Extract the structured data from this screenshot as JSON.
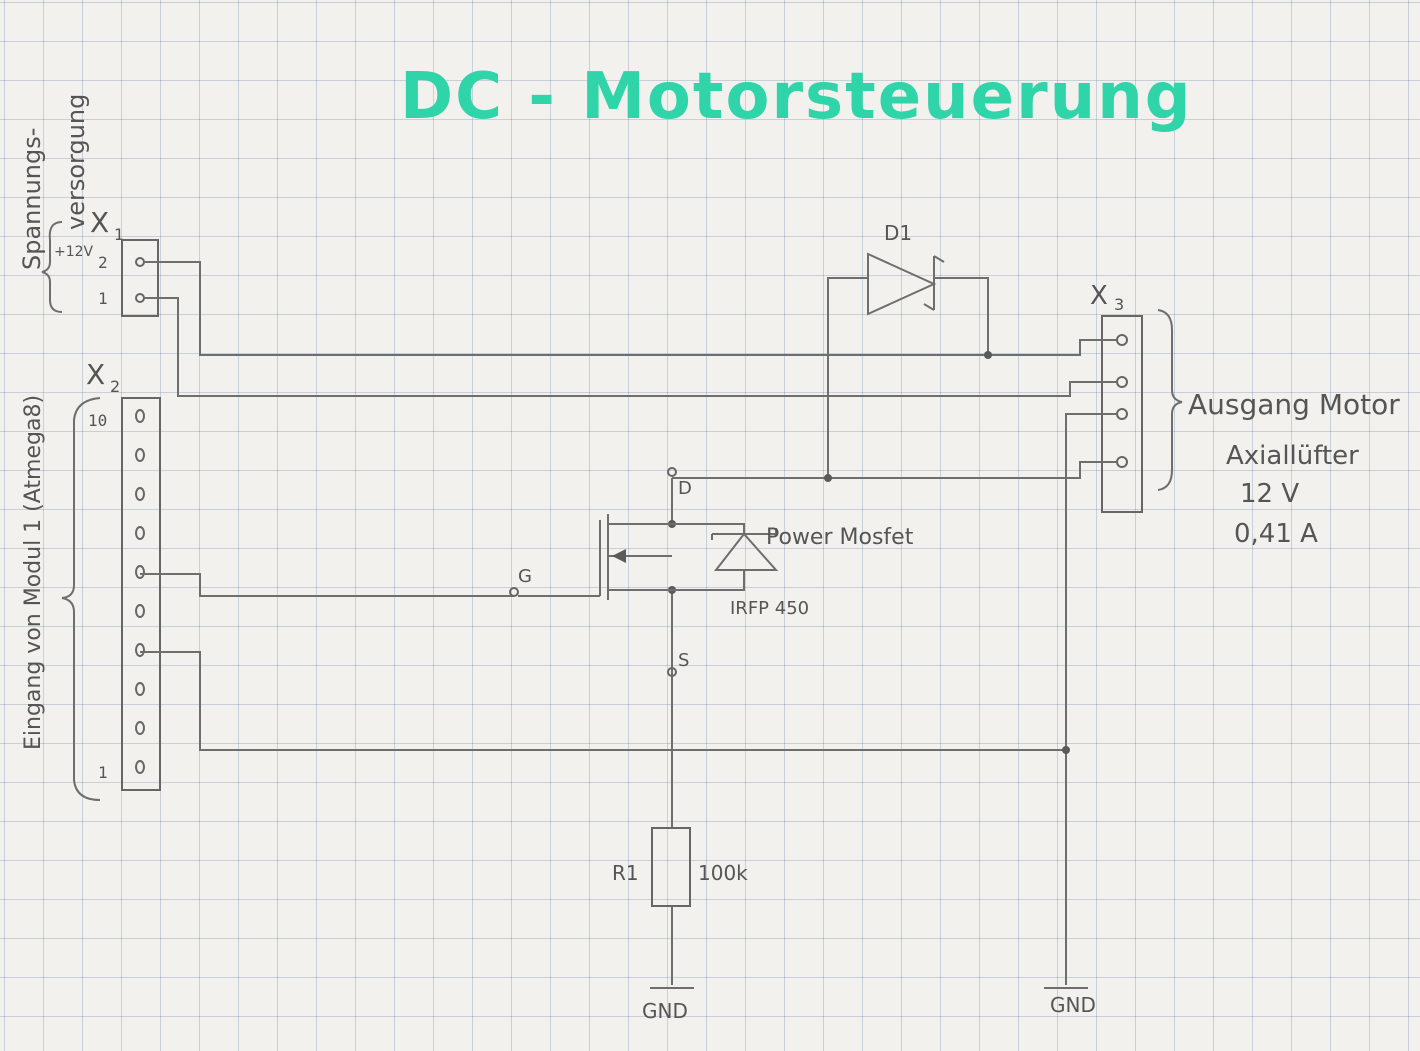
{
  "title": "DC - Motorsteuerung",
  "labels": {
    "supply_side": [
      "Spannungs-",
      "versorgung"
    ],
    "plus12": "+12V",
    "x1": "X",
    "x1_sub": "1",
    "x2": "X",
    "x2_sub": "2",
    "x3": "X",
    "x3_sub": "3",
    "input_side": "Eingang von Modul 1  (Atmega8)",
    "d1": "D1",
    "output_motor": "Ausgang Motor",
    "fan": "Axiallüfter",
    "voltage": "12 V",
    "current": "0,41 A",
    "drain": "D",
    "gate": "G",
    "source": "S",
    "mosfet_label": "Power Mosfet",
    "mosfet_part": "IRFP 450",
    "r1": "R1",
    "r1_value": "100k",
    "gnd_left": "GND",
    "gnd_right": "GND"
  },
  "connectors": {
    "x1_pins": [
      "2",
      "1"
    ],
    "x2_pins": [
      "10",
      "",
      "",
      "",
      "",
      "",
      "",
      "",
      "",
      "1"
    ],
    "x3_pins": [
      "",
      "",
      "",
      ""
    ]
  },
  "colors": {
    "title": "#2fd4a8",
    "pencil": "#555555",
    "grid": "#5a78a0"
  }
}
